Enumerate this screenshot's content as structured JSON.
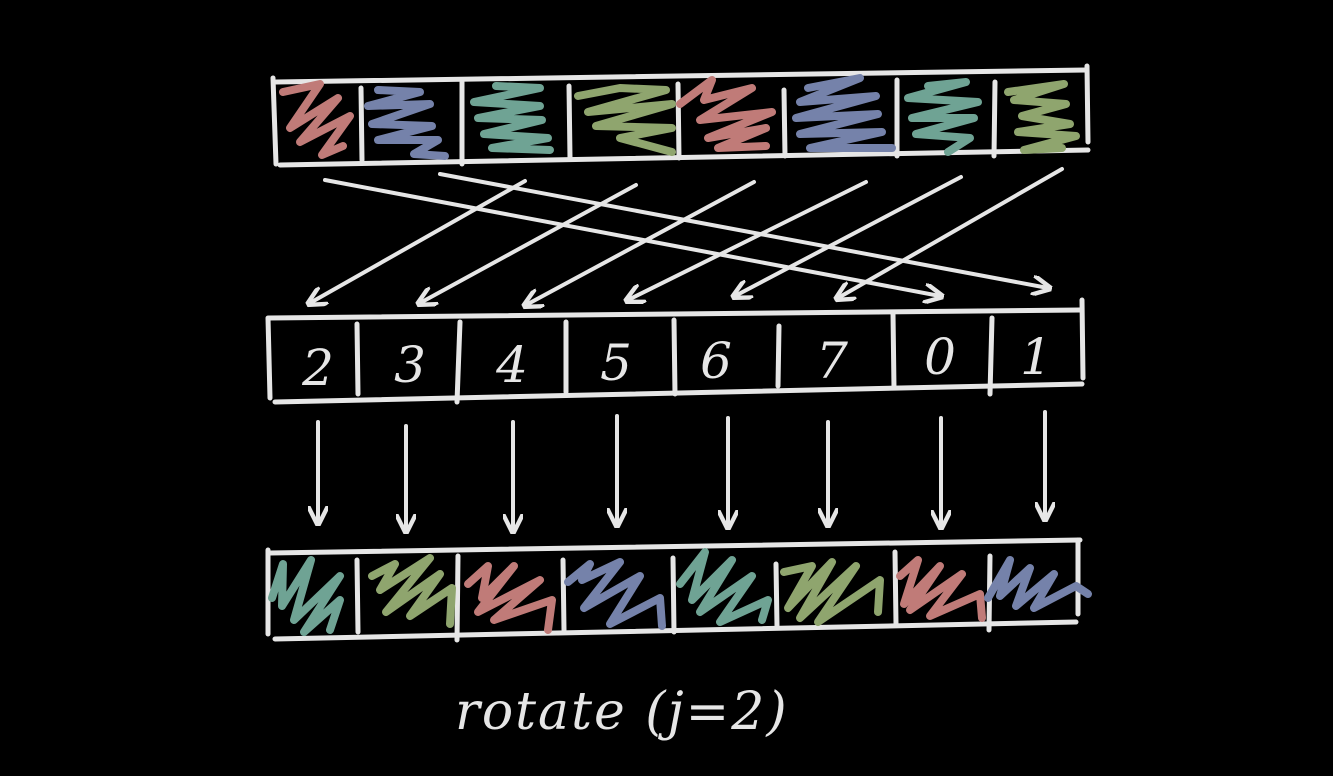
{
  "diagram": {
    "title": "rotate (j=2)",
    "colors": {
      "background": "#000000",
      "ink": "#e6e6e6",
      "red": "#c07b78",
      "blue": "#7582aa",
      "teal": "#6fa394",
      "green": "#8fa56e"
    },
    "top_row": {
      "cells": [
        "red",
        "blue",
        "teal",
        "green",
        "red",
        "blue",
        "teal",
        "green"
      ]
    },
    "index_row": {
      "cells": [
        "2",
        "3",
        "4",
        "5",
        "6",
        "7",
        "0",
        "1"
      ]
    },
    "bottom_row": {
      "cells": [
        "teal",
        "green",
        "red",
        "blue",
        "teal",
        "green",
        "red",
        "blue"
      ]
    },
    "mapping_arrows": [
      {
        "from": 0,
        "to": 6
      },
      {
        "from": 1,
        "to": 7
      },
      {
        "from": 2,
        "to": 0
      },
      {
        "from": 3,
        "to": 1
      },
      {
        "from": 4,
        "to": 2
      },
      {
        "from": 5,
        "to": 3
      },
      {
        "from": 6,
        "to": 4
      },
      {
        "from": 7,
        "to": 5
      }
    ],
    "caption": "rotate (j=2)"
  }
}
